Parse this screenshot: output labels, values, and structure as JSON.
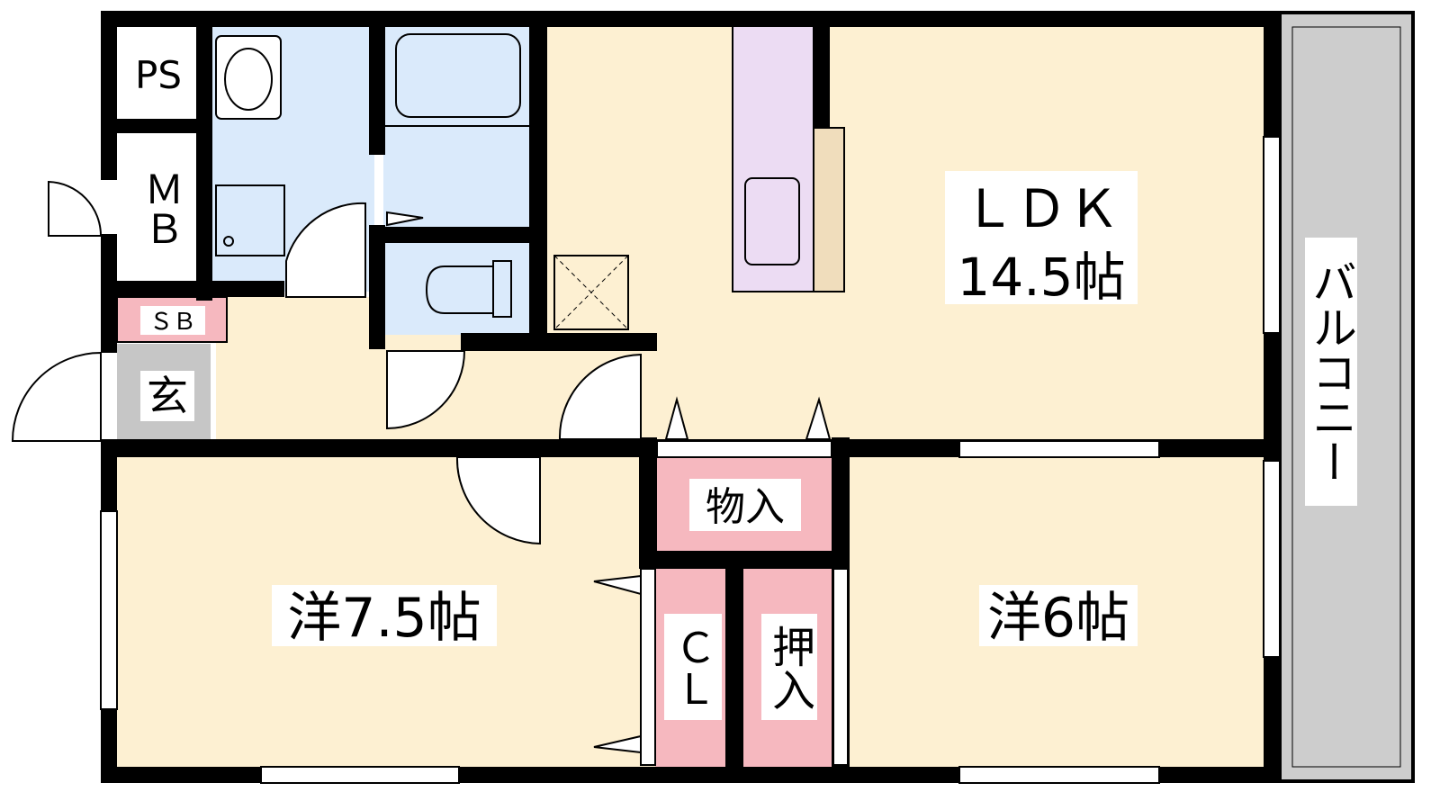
{
  "colors": {
    "wall": "#000000",
    "living": "#fdf0d2",
    "wet": "#daeafb",
    "storage": "#f6b8bf",
    "entrance": "#c6c6c6",
    "balcony": "#cdcdcd",
    "kitchen": "#ecdcf3",
    "counter": "#f0ddbc",
    "white": "#ffffff"
  },
  "rooms": {
    "ldk_name": "ＬＤＫ",
    "ldk_size": "14.5帖",
    "west_room": "洋7.5帖",
    "east_room": "洋6帖",
    "storage": "物入",
    "closet": "ＣＬ",
    "oshiire": "押入",
    "balcony": "バルコニー",
    "entrance": "玄",
    "shoe_box": "ＳＢ",
    "meter_box": "ＭＢ",
    "pipe_space": "PS"
  }
}
